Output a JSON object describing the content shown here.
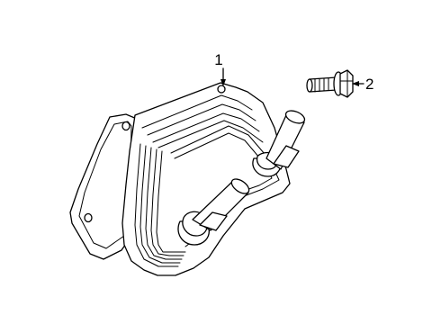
{
  "callouts": [
    {
      "label": "1",
      "part": "oil cooler"
    },
    {
      "label": "2",
      "part": "bolt"
    }
  ],
  "colors": {
    "line": "#000000",
    "background": "#ffffff"
  }
}
